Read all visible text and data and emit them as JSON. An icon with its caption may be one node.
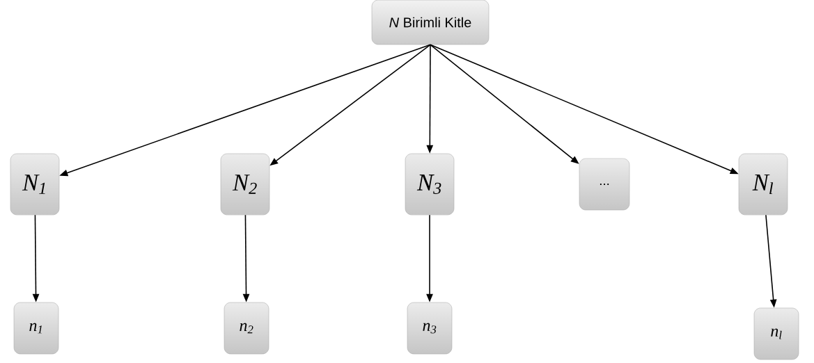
{
  "diagram": {
    "nodes": [
      {
        "text": [
          "*N* Birimli Kitle"
        ]
      },
      {
        "text": [
          "N$_{1}$"
        ]
      },
      {
        "text": [
          "N$_{2}$"
        ]
      },
      {
        "text": [
          "N$_{3}$"
        ]
      },
      {
        "text": [
          "..."
        ]
      },
      {
        "text": [
          "N$_{l}$"
        ]
      },
      {
        "text": [
          "n$_{1}$"
        ]
      },
      {
        "text": [
          "n$_{2}$"
        ]
      },
      {
        "text": [
          "n$_{3}$"
        ]
      },
      {
        "text": [
          "n$_{l}$"
        ]
      }
    ],
    "edges": [
      {
        "from": 0,
        "to": 1,
        "arrow": "to"
      },
      {
        "from": 0,
        "to": 2,
        "arrow": "to"
      },
      {
        "from": 0,
        "to": 3,
        "arrow": "to"
      },
      {
        "from": 0,
        "to": 4,
        "arrow": "to"
      },
      {
        "from": 0,
        "to": 5,
        "arrow": "to"
      },
      {
        "from": 1,
        "to": 6,
        "arrow": "to"
      },
      {
        "from": 2,
        "to": 7,
        "arrow": "to"
      },
      {
        "from": 3,
        "to": 8,
        "arrow": "to"
      },
      {
        "from": 5,
        "to": 9,
        "arrow": "to"
      }
    ]
  }
}
